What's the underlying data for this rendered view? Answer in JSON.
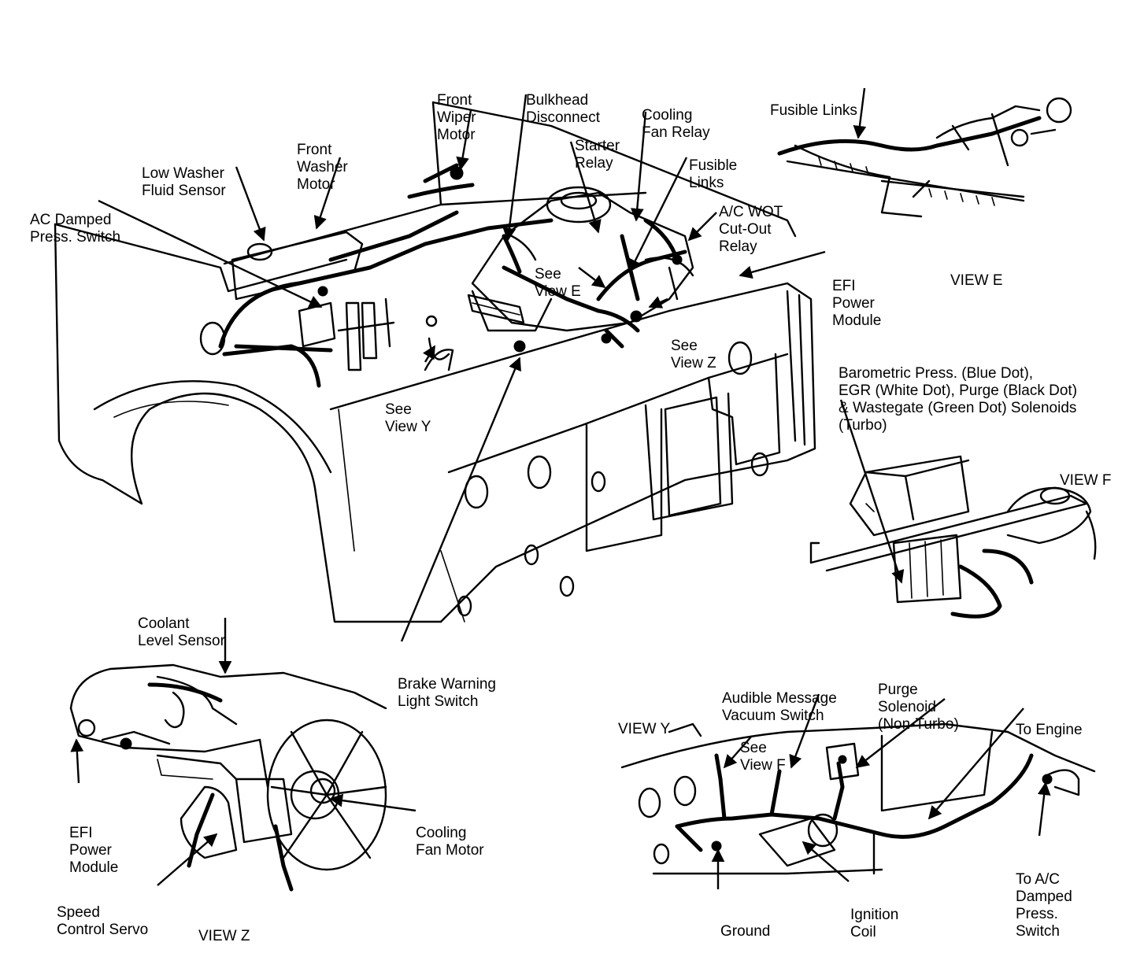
{
  "labels": {
    "front_wiper_motor": [
      "Front",
      "Wiper",
      "Motor"
    ],
    "bulkhead_disconnect": [
      "Bulkhead",
      "Disconnect"
    ],
    "cooling_fan_relay": [
      "Cooling",
      "Fan Relay"
    ],
    "fusible_links_top": [
      "Fusible Links"
    ],
    "front_washer_motor": [
      "Front",
      "Washer",
      "Motor"
    ],
    "starter_relay": [
      "Starter",
      "Relay"
    ],
    "fusible_links_mid": [
      "Fusible",
      "Links"
    ],
    "low_washer_fluid_sensor": [
      "Low Washer",
      "Fluid Sensor"
    ],
    "ac_wot_cutout_relay": [
      "A/C WOT",
      "Cut-Out",
      "Relay"
    ],
    "ac_damped_press_switch": [
      "AC Damped",
      "Press. Switch"
    ],
    "see_view_e": [
      "See",
      "View E"
    ],
    "efi_power_module_top": [
      "EFI",
      "Power",
      "Module"
    ],
    "view_e": [
      "VIEW E"
    ],
    "see_view_z": [
      "See",
      "View Z"
    ],
    "solenoids": [
      "Barometric Press. (Blue Dot),",
      "EGR (White Dot), Purge (Black Dot)",
      "& Wastegate (Green Dot) Solenoids",
      "(Turbo)"
    ],
    "see_view_y": [
      "See",
      "View Y"
    ],
    "view_f": [
      "VIEW F"
    ],
    "coolant_level_sensor": [
      "Coolant",
      "Level Sensor"
    ],
    "brake_warning_light_switch": [
      "Brake Warning",
      "Light Switch"
    ],
    "audible_message_vacuum_switch": [
      "Audible Message",
      "Vacuum Switch"
    ],
    "purge_solenoid": [
      "Purge",
      "Solenoid",
      "(Non-Turbo)"
    ],
    "view_y": [
      "VIEW Y"
    ],
    "to_engine": [
      "To Engine"
    ],
    "see_view_f": [
      "See",
      "View F"
    ],
    "efi_power_module_bottom": [
      "EFI",
      "Power",
      "Module"
    ],
    "cooling_fan_motor": [
      "Cooling",
      "Fan Motor"
    ],
    "speed_control_servo": [
      "Speed",
      "Control Servo"
    ],
    "view_z": [
      "VIEW Z"
    ],
    "ground": [
      "Ground"
    ],
    "ignition_coil": [
      "Ignition",
      "Coil"
    ],
    "to_ac_damped_press_switch": [
      "To A/C",
      "Damped",
      "Press.",
      "Switch"
    ]
  }
}
